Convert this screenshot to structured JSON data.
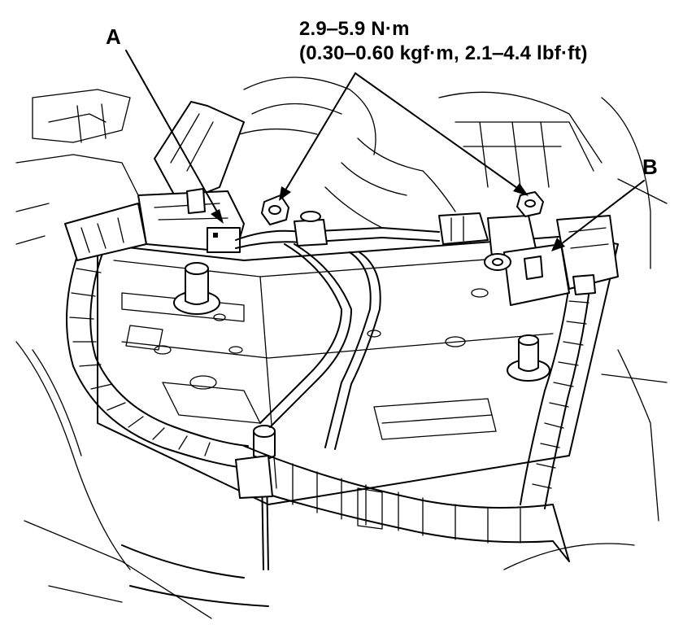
{
  "callouts": {
    "label_a": "A",
    "label_b": "B"
  },
  "torque_spec": {
    "line1": "2.9‒5.9 N·m",
    "line2": "(0.30‒0.60 kgf·m, 2.1‒4.4 lbf·ft)"
  }
}
